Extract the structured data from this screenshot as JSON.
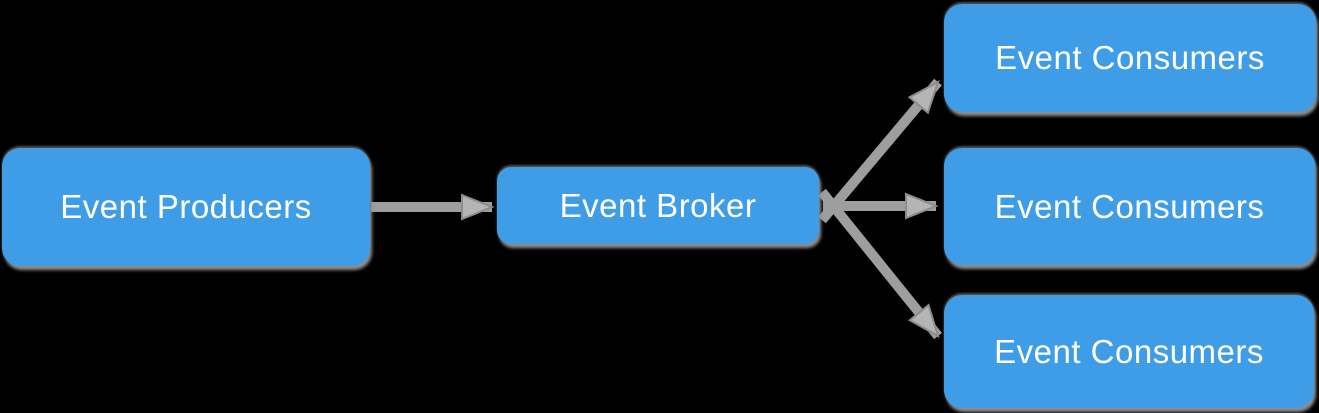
{
  "diagram": {
    "colors": {
      "background": "#000000",
      "node_fill": "#3F9DE8",
      "node_text": "#FFFFFF",
      "arrow": "#9E9E9E",
      "arrowhead_fill": "#B5B5B5",
      "arrowhead_outline": "#8C8C8C",
      "shadow": "#8F8F8F"
    },
    "nodes": {
      "event_producers": {
        "label": "Event Producers"
      },
      "event_broker": {
        "label": "Event Broker"
      },
      "event_consumers_1": {
        "label": "Event Consumers"
      },
      "event_consumers_2": {
        "label": "Event Consumers"
      },
      "event_consumers_3": {
        "label": "Event Consumers"
      }
    },
    "edges": [
      {
        "from": "event_producers",
        "to": "event_broker"
      },
      {
        "from": "event_broker",
        "to": "event_consumers_1"
      },
      {
        "from": "event_broker",
        "to": "event_consumers_2"
      },
      {
        "from": "event_broker",
        "to": "event_consumers_3"
      }
    ]
  }
}
